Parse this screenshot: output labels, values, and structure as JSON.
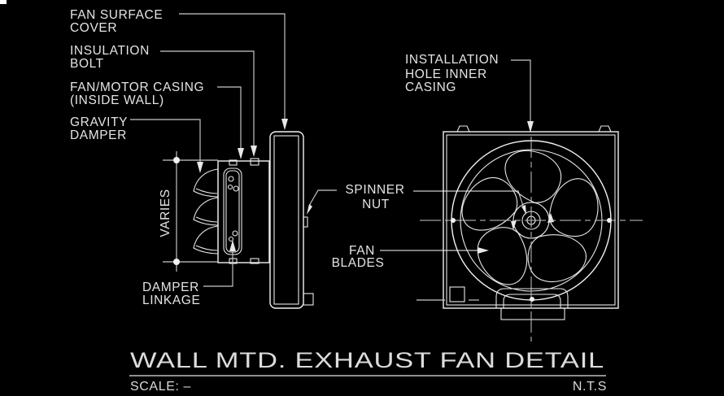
{
  "drawing_name": "Wall mounted exhaust fan CAD detail",
  "colors": {
    "background": "#000000",
    "line": "#f2f2f2",
    "leader_line": "#c9c9c9",
    "text": "#e4e4e4",
    "title_underline": "#8f8f8f"
  },
  "labels": {
    "fan_surface_cover": [
      "FAN SURFACE",
      "COVER"
    ],
    "insulation_bolt": [
      "INSULATION",
      "BOLT"
    ],
    "fan_motor_casing": [
      "FAN/MOTOR CASING",
      "(INSIDE WALL)"
    ],
    "gravity_damper": [
      "GRAVITY",
      "DAMPER"
    ],
    "varies": "VARIES",
    "damper_linkage": [
      "DAMPER",
      "LINKAGE"
    ],
    "spinner_nut": [
      "SPINNER",
      "NUT"
    ],
    "fan_blades": [
      "FAN",
      "BLADES"
    ],
    "installation_hole_inner_casing": [
      "INSTALLATION",
      "HOLE INNER",
      "CASING"
    ]
  },
  "title_block": {
    "title": "WALL MTD. EXHAUST FAN DETAIL",
    "scale_label": "SCALE: –",
    "scale_value": "N.T.S"
  }
}
